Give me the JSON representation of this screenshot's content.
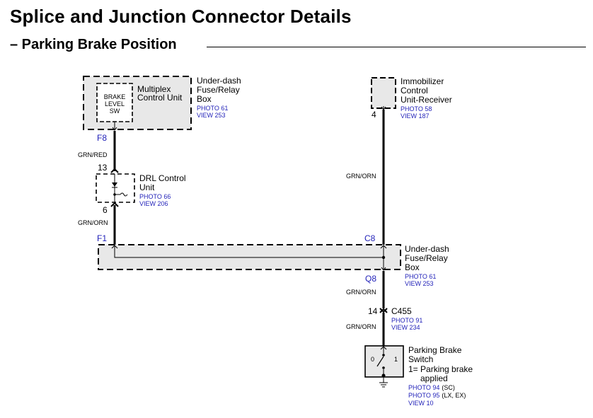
{
  "header": {
    "title": "Splice and Junction Connector Details",
    "subtitle": "– Parking Brake Position"
  },
  "components": {
    "underdash_top": {
      "name": [
        "Under-dash",
        "Fuse/Relay",
        "Box"
      ],
      "photo": "PHOTO 61",
      "view": "VIEW 253",
      "inner_label": [
        "Multiplex",
        "Control Unit"
      ],
      "switch_label": [
        "BRAKE",
        "LEVEL",
        "SW"
      ]
    },
    "immobilizer": {
      "name": [
        "Immobilizer",
        "Control",
        "Unit-Receiver"
      ],
      "photo": "PHOTO 58",
      "view": "VIEW 187"
    },
    "drl": {
      "name": [
        "DRL Control",
        "Unit"
      ],
      "photo": "PHOTO 66",
      "view": "VIEW 206"
    },
    "underdash_bottom": {
      "name": [
        "Under-dash",
        "Fuse/Relay",
        "Box"
      ],
      "photo": "PHOTO 61",
      "view": "VIEW 253"
    },
    "c455": {
      "name": "C455",
      "photo": "PHOTO 91",
      "view": "VIEW 234"
    },
    "parking_switch": {
      "name": [
        "Parking Brake",
        "Switch"
      ],
      "legend": [
        "1= Parking brake",
        "applied"
      ],
      "positions": [
        "0",
        "1"
      ],
      "photo_lines": [
        {
          "photo": "PHOTO 94",
          "note": "(SC)"
        },
        {
          "photo": "PHOTO 95",
          "note": "(LX, EX)"
        }
      ],
      "view": "VIEW 10"
    }
  },
  "terminals": {
    "f8": "F8",
    "pin13": "13",
    "pin6": "6",
    "f1": "F1",
    "pin4": "4",
    "c8": "C8",
    "q8": "Q8",
    "pin14": "14"
  },
  "wires": {
    "w1": "GRN/RED",
    "w2": "GRN/ORN",
    "w3": "GRN/ORN",
    "w4": "GRN/ORN",
    "w5": "GRN/ORN"
  },
  "colors": {
    "link_text": "#1f1fb8",
    "box_fill": "#e8e8e8",
    "line": "#000000"
  }
}
